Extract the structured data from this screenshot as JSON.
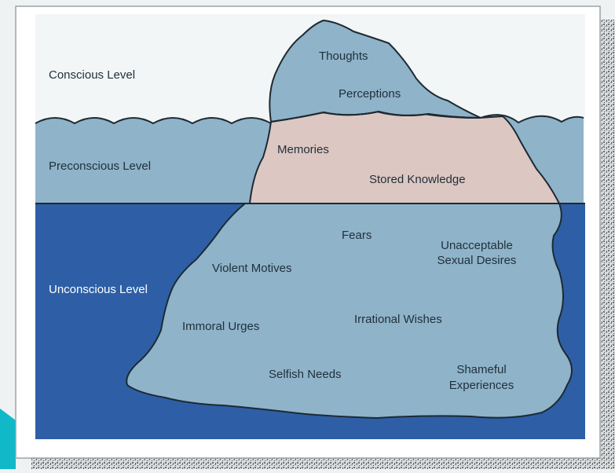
{
  "levels": {
    "conscious": "Conscious Level",
    "preconscious": "Preconscious Level",
    "unconscious": "Unconscious Level"
  },
  "conscious_items": [
    "Thoughts",
    "Perceptions"
  ],
  "preconscious_items": [
    "Memories",
    "Stored Knowledge"
  ],
  "unconscious_items": {
    "fears": "Fears",
    "unacceptable_line1": "Unacceptable",
    "unacceptable_line2": "Sexual Desires",
    "violent_motives": "Violent Motives",
    "immoral_urges": "Immoral Urges",
    "irrational_wishes": "Irrational Wishes",
    "selfish_needs": "Selfish Needs",
    "shameful_line1": "Shameful",
    "shameful_line2": "Experiences"
  },
  "colors": {
    "sky": "#f3f6f6",
    "preconscious_water": "#8fb3c9",
    "unconscious_water": "#2e5fa6",
    "iceberg_tip": "#8fb3c9",
    "iceberg_middle": "#ddc7c2",
    "iceberg_base": "#8fb3c9",
    "outline": "#1d2a33"
  }
}
